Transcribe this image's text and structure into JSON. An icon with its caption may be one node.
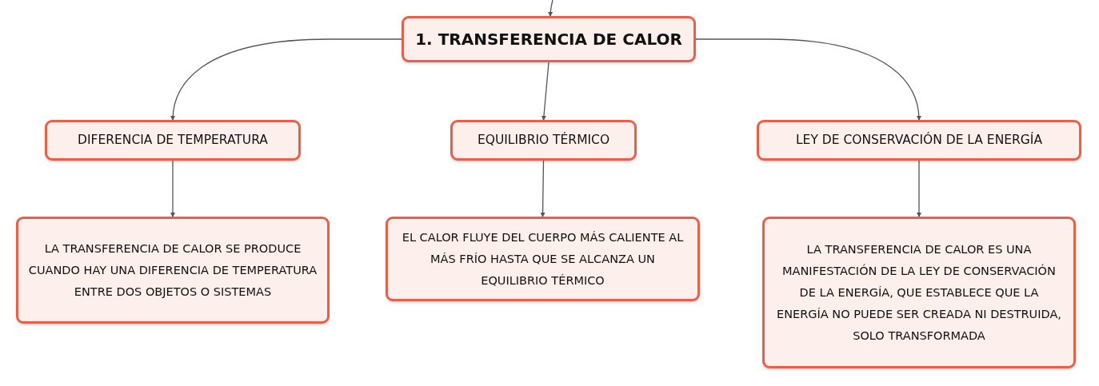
{
  "diagram": {
    "nodes": [
      {
        "text": [
          "1. TRANSFERENCIA DE CALOR"
        ]
      },
      {
        "text": [
          "DIFERENCIA DE TEMPERATURA"
        ]
      },
      {
        "text": [
          "EQUILIBRIO TÉRMICO"
        ]
      },
      {
        "text": [
          "LEY DE CONSERVACIÓN DE LA ENERGÍA"
        ]
      },
      {
        "text": [
          "LA TRANSFERENCIA DE CALOR SE PRODUCE CUANDO HAY UNA DIFERENCIA DE TEMPERATURA ENTRE DOS OBJETOS O SISTEMAS"
        ]
      },
      {
        "text": [
          "EL CALOR FLUYE DEL CUERPO MÁS CALIENTE AL MÁS FRÍO HASTA QUE SE ALCANZA UN EQUILIBRIO TÉRMICO"
        ]
      },
      {
        "text": [
          "LA TRANSFERENCIA DE CALOR ES UNA MANIFESTACIÓN DE LA LEY DE CONSERVACIÓN DE LA ENERGÍA, QUE ESTABLECE QUE LA ENERGÍA NO PUEDE SER CREADA NI DESTRUIDA, SOLO TRANSFORMADA"
        ]
      }
    ],
    "edges": [
      {
        "from": null,
        "to": 0,
        "arrow": "to"
      },
      {
        "from": 0,
        "to": 1,
        "arrow": "to"
      },
      {
        "from": 0,
        "to": 2,
        "arrow": "to"
      },
      {
        "from": 0,
        "to": 3,
        "arrow": "to"
      },
      {
        "from": 1,
        "to": 4,
        "arrow": "to"
      },
      {
        "from": 2,
        "to": 5,
        "arrow": "to"
      },
      {
        "from": 3,
        "to": 6,
        "arrow": "to"
      }
    ]
  }
}
